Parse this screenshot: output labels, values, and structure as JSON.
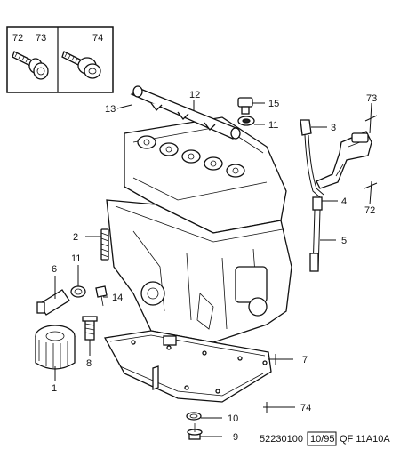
{
  "inset": {
    "left_labels": [
      "72",
      "73"
    ],
    "right_label": "74"
  },
  "callouts": {
    "c1": "1",
    "c2": "2",
    "c3": "3",
    "c4": "4",
    "c5": "5",
    "c6": "6",
    "c7": "7",
    "c8": "8",
    "c9": "9",
    "c10": "10",
    "c11a": "11",
    "c11b": "11",
    "c12": "12",
    "c13": "13",
    "c14": "14",
    "c15": "15",
    "c72": "72",
    "c73": "73",
    "c74": "74"
  },
  "footer": {
    "ref_number": "52230100",
    "date_code": "10/95",
    "sheet_code": "QF 11A10A"
  }
}
